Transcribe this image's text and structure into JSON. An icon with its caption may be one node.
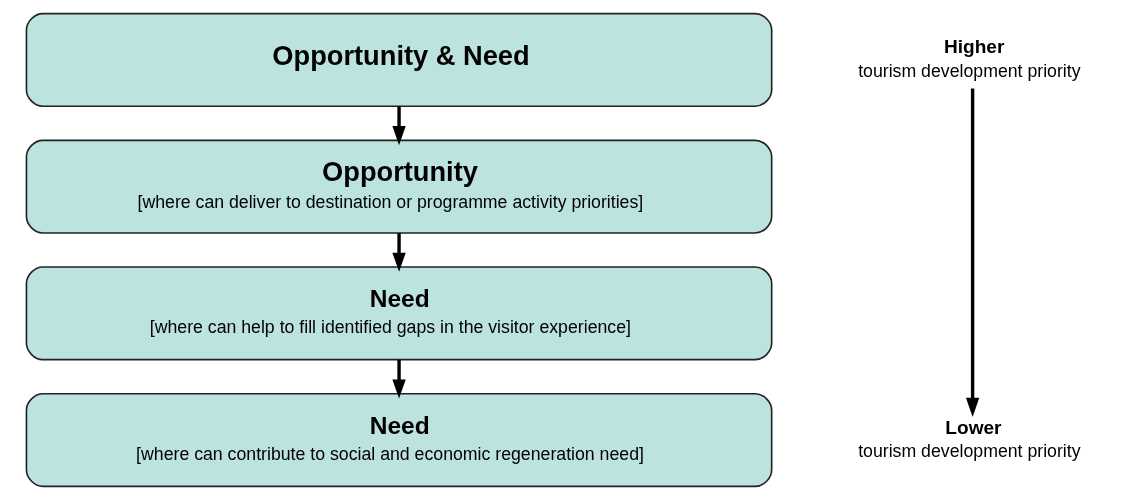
{
  "diagram": {
    "nodes": [
      {
        "text": [
          "Opportunity & Need"
        ]
      },
      {
        "text": [
          "Opportunity",
          "[where can deliver to destination or programme activity priorities]"
        ]
      },
      {
        "text": [
          "Need",
          "[where can help to fill identified gaps in the visitor experience]"
        ]
      },
      {
        "text": [
          "Need",
          "[where can contribute to social and economic regeneration need]"
        ]
      },
      {
        "text": [
          "Higher",
          "tourism development priority"
        ]
      },
      {
        "text": [
          "Lower",
          "tourism development priority"
        ]
      }
    ],
    "edges": [
      {
        "from": 0,
        "to": 1,
        "arrow": "to"
      },
      {
        "from": 1,
        "to": 2,
        "arrow": "to"
      },
      {
        "from": 2,
        "to": 3,
        "arrow": "to"
      },
      {
        "from": 4,
        "to": 5,
        "arrow": "to"
      }
    ]
  }
}
